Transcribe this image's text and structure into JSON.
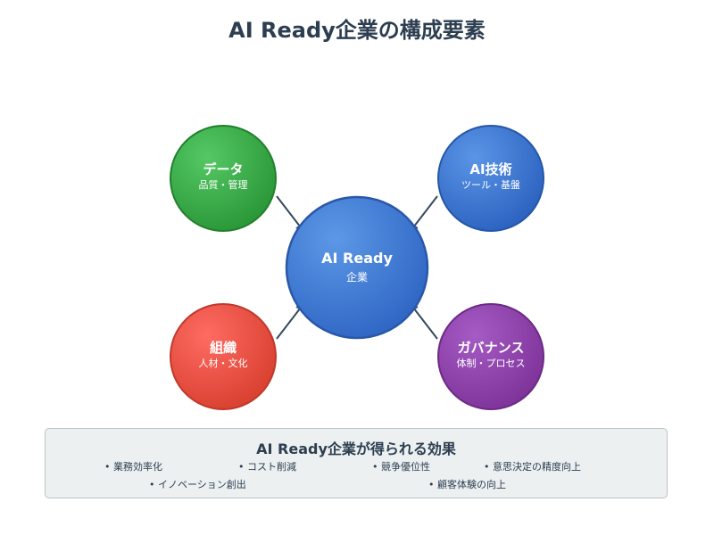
{
  "title": "AI Ready企業の構成要素",
  "center": {
    "title": "AI Ready",
    "subtitle": "企業"
  },
  "nodes": {
    "data": {
      "title": "データ",
      "subtitle": "品質・管理",
      "color": "#2e9e3e"
    },
    "ai_tech": {
      "title": "AI技術",
      "subtitle": "ツール・基盤",
      "color": "#2f6fcf"
    },
    "organization": {
      "title": "組織",
      "subtitle": "人材・文化",
      "color": "#e04a38"
    },
    "governance": {
      "title": "ガバナンス",
      "subtitle": "体制・プロセス",
      "color": "#8e3fae"
    }
  },
  "center_color": "#3a78d8",
  "benefits": {
    "title": "AI Ready企業が得られる効果",
    "items": [
      "• 業務効率化",
      "• コスト削減",
      "• 競争優位性",
      "• 意思決定の精度向上",
      "• イノベーション創出",
      "• 顧客体験の向上"
    ]
  }
}
